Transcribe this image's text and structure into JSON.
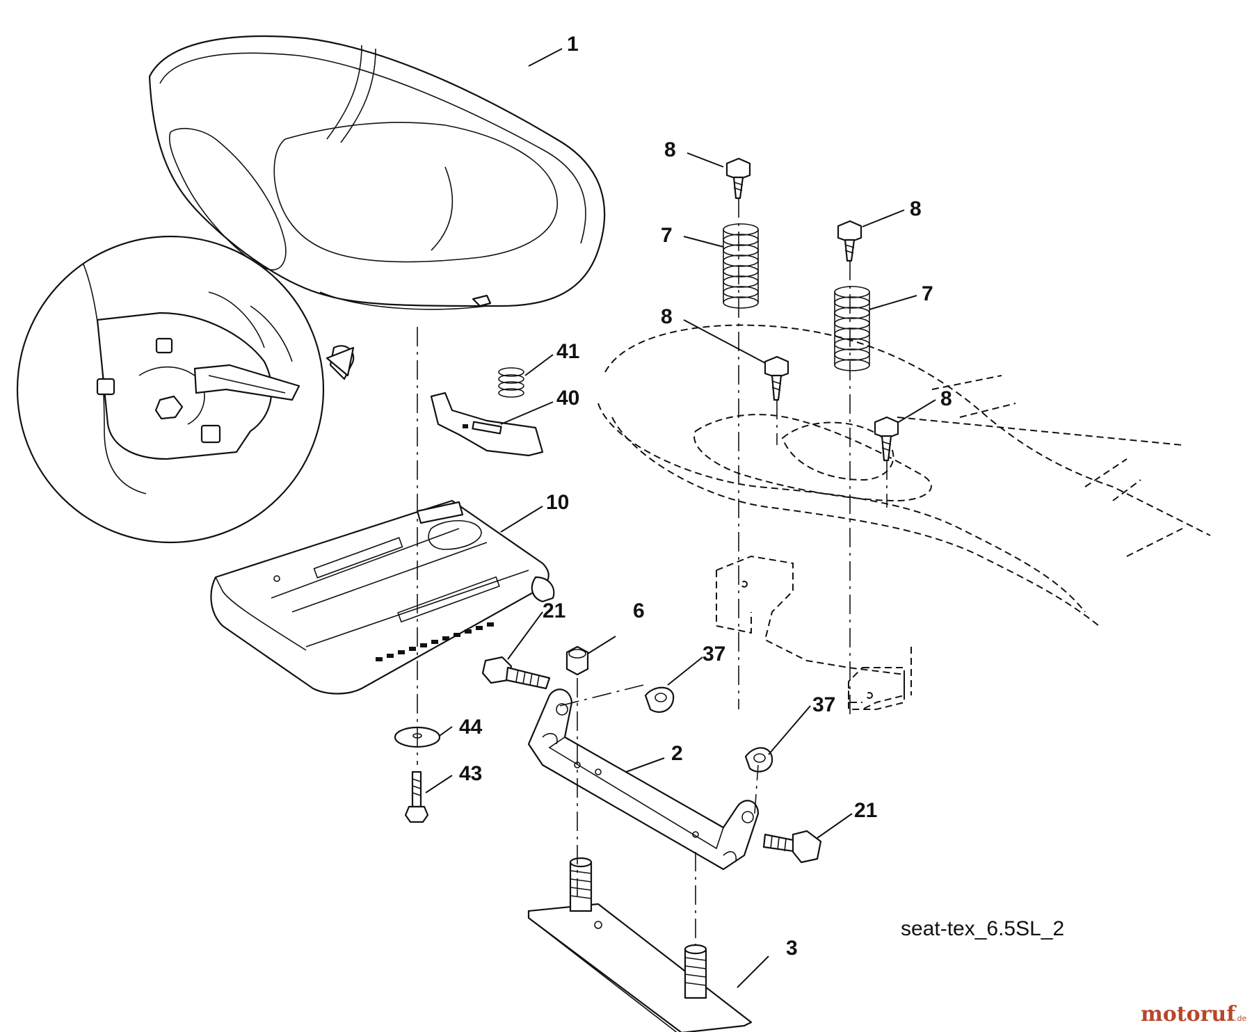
{
  "caption": "seat-tex_6.5SL_2",
  "watermark": {
    "brand": "motoruf",
    "tld": ".de",
    "color": "#b7472a"
  },
  "callouts": {
    "c1": "1",
    "c2": "2",
    "c3": "3",
    "c6": "6",
    "c7a": "7",
    "c7b": "7",
    "c8a": "8",
    "c8b": "8",
    "c8c": "8",
    "c8d": "8",
    "c10": "10",
    "c21a": "21",
    "c21b": "21",
    "c37a": "37",
    "c37b": "37",
    "c40": "40",
    "c41": "41",
    "c43": "43",
    "c44": "44"
  }
}
